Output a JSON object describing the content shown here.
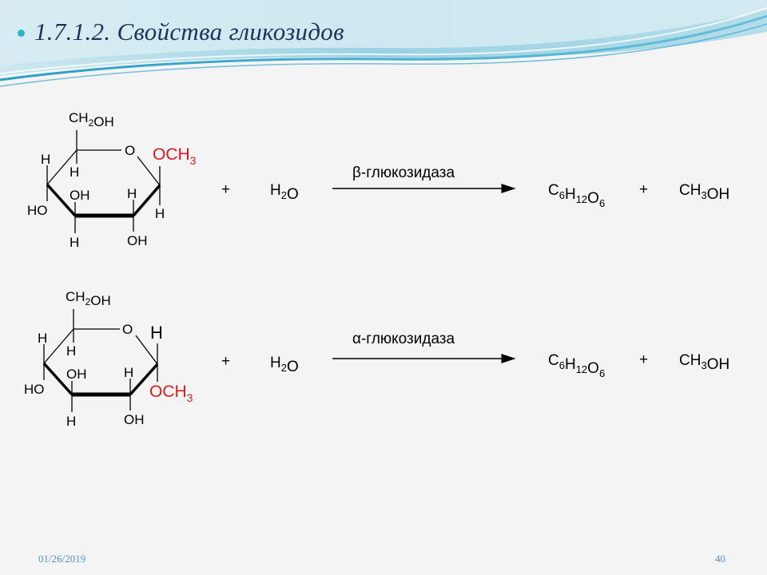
{
  "slide": {
    "title": "1.7.1.2. Свойства гликозидов",
    "footer_date": "01/26/2019",
    "footer_page": "40",
    "accent_color": "#2fb2c7"
  },
  "reactions": [
    {
      "ring": {
        "ch2oh": "CH2OH",
        "ring_o": "O",
        "c1_top_sub": "OCH3",
        "c1_bottom_sub": "H",
        "c5_h": "H",
        "c4_h": "H",
        "c4_ho": "HO",
        "c3_oh": "OH",
        "c3_h": "H",
        "c2_h": "H",
        "c2_oh": "OH"
      },
      "plus1": "+",
      "reagent": "H2O",
      "enzyme": "β-глюкозидаза",
      "product1": "C6H12O6",
      "plus2": "+",
      "product2": "CH3OH"
    },
    {
      "ring": {
        "ch2oh": "CH2OH",
        "ring_o": "O",
        "c1_top_sub": "H",
        "c1_bottom_sub": "OCH3",
        "c5_h": "H",
        "c4_h": "H",
        "c4_ho": "HO",
        "c3_oh": "OH",
        "c3_h": "H",
        "c2_h": "H",
        "c2_oh": "OH"
      },
      "plus1": "+",
      "reagent": "H2O",
      "enzyme": "α-глюкозидаза",
      "product1": "C6H12O6",
      "plus2": "+",
      "product2": "CH3OH"
    }
  ]
}
